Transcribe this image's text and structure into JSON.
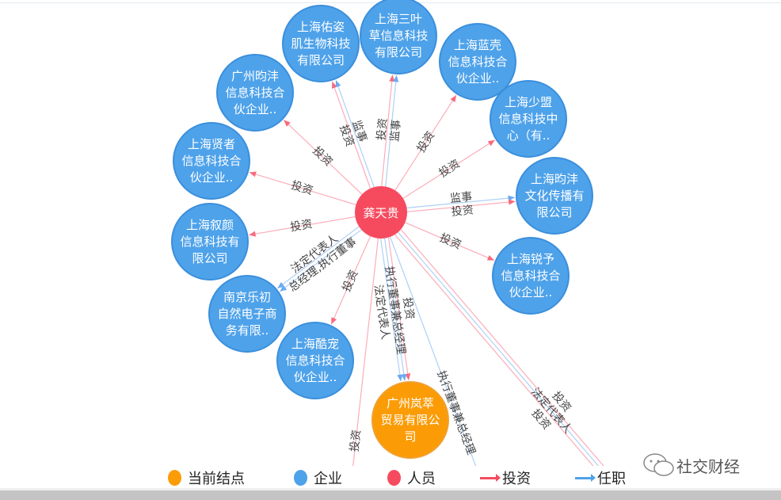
{
  "colors": {
    "current": "#fb9c07",
    "company": "#4ea2ea",
    "person": "#f64b5f",
    "invest": "#f86a7d",
    "position": "#6aaaf0"
  },
  "center": {
    "name": "龚天贵",
    "type": "person"
  },
  "nodes": [
    {
      "lines": [
        "上海佑姿",
        "肌生物科技",
        "有限公司"
      ],
      "type": "company",
      "relations": [
        {
          "label": "投资",
          "kind": "invest"
        },
        {
          "label": "监事",
          "kind": "position"
        }
      ]
    },
    {
      "lines": [
        "上海三叶",
        "草信息科技",
        "有限公司"
      ],
      "type": "company",
      "relations": [
        {
          "label": "投资",
          "kind": "invest"
        },
        {
          "label": "监事",
          "kind": "position"
        }
      ]
    },
    {
      "lines": [
        "上海蓝壳",
        "信息科技合",
        "伙企业.."
      ],
      "type": "company",
      "relations": [
        {
          "label": "投资",
          "kind": "invest"
        }
      ]
    },
    {
      "lines": [
        "广州昀沣",
        "信息科技合",
        "伙企业.."
      ],
      "type": "company",
      "relations": [
        {
          "label": "投资",
          "kind": "invest"
        }
      ]
    },
    {
      "lines": [
        "上海少盟",
        "信息科技中",
        "心（有.."
      ],
      "type": "company",
      "relations": [
        {
          "label": "投资",
          "kind": "invest"
        }
      ]
    },
    {
      "lines": [
        "上海贤者",
        "信息科技合",
        "伙企业.."
      ],
      "type": "company",
      "relations": [
        {
          "label": "投资",
          "kind": "invest"
        }
      ]
    },
    {
      "lines": [
        "上海昀沣",
        "文化传播有",
        "限公司"
      ],
      "type": "company",
      "relations": [
        {
          "label": "监事",
          "kind": "position"
        },
        {
          "label": "投资",
          "kind": "invest"
        }
      ]
    },
    {
      "lines": [
        "上海叙颜",
        "信息科技有",
        "限公司"
      ],
      "type": "company",
      "relations": [
        {
          "label": "投资",
          "kind": "invest"
        }
      ]
    },
    {
      "lines": [
        "上海锐予",
        "信息科技合",
        "伙企业.."
      ],
      "type": "company",
      "relations": [
        {
          "label": "投资",
          "kind": "invest"
        }
      ]
    },
    {
      "lines": [
        "南京乐初",
        "自然电子商",
        "务有限.."
      ],
      "type": "company",
      "relations": [
        {
          "label": "总经理,执行董事",
          "kind": "position"
        },
        {
          "label": "法定代表人",
          "kind": "position"
        }
      ]
    },
    {
      "lines": [
        "上海酷宠",
        "信息科技合",
        "伙企业.."
      ],
      "type": "company",
      "relations": [
        {
          "label": "投资",
          "kind": "invest"
        }
      ]
    },
    {
      "lines": [
        "广州岚萃",
        "贸易有限公",
        "司"
      ],
      "type": "current",
      "relations": [
        {
          "label": "投资",
          "kind": "invest"
        },
        {
          "label": "执行董事兼总经理",
          "kind": "position"
        },
        {
          "label": "法定代表人",
          "kind": "position"
        }
      ]
    },
    {
      "lines": [],
      "type": "offscreen",
      "relations": [
        {
          "label": "投资",
          "kind": "invest"
        }
      ]
    },
    {
      "lines": [],
      "type": "offscreen",
      "relations": [
        {
          "label": "执行董事兼总经理",
          "kind": "position"
        }
      ]
    },
    {
      "lines": [],
      "type": "offscreen",
      "relations": [
        {
          "label": "投资",
          "kind": "invest"
        },
        {
          "label": "法定代表人",
          "kind": "position"
        },
        {
          "label": "投资",
          "kind": "invest"
        }
      ]
    }
  ],
  "legend": {
    "current": "当前结点",
    "company": "企业",
    "person": "人员",
    "invest": "投资",
    "position": "任职"
  },
  "watermark": "社交财经"
}
